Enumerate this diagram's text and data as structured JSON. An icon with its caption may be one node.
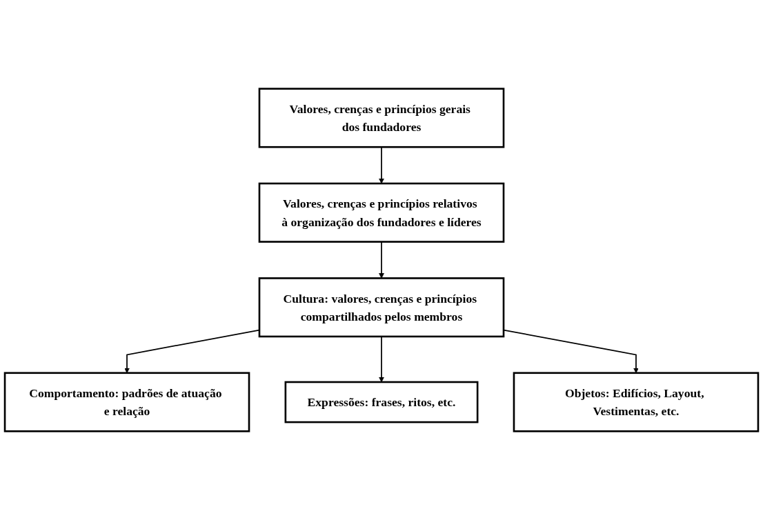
{
  "diagram": {
    "nodes": [
      {
        "text": [
          "Valores, crenças e princípios gerais dos fundadores"
        ]
      },
      {
        "text": [
          "Valores, crenças e princípios relativos à organização dos fundadores e líderes"
        ]
      },
      {
        "text": [
          "Cultura: valores, crenças e princípios compartilhados pelos membros"
        ]
      },
      {
        "text": [
          "Comportamento: padrões de atuação e relação"
        ]
      },
      {
        "text": [
          "Expressões: frases, ritos, etc."
        ]
      },
      {
        "text": [
          "Objetos: Edifícios, Layout, Vestimentas, etc."
        ]
      }
    ],
    "edges": [
      {
        "from": 0,
        "to": 1,
        "arrow": "to"
      },
      {
        "from": 1,
        "to": 2,
        "arrow": "to"
      },
      {
        "from": 2,
        "to": 3,
        "arrow": "to"
      },
      {
        "from": 2,
        "to": 4,
        "arrow": "to"
      },
      {
        "from": 2,
        "to": 5,
        "arrow": "to"
      }
    ]
  }
}
